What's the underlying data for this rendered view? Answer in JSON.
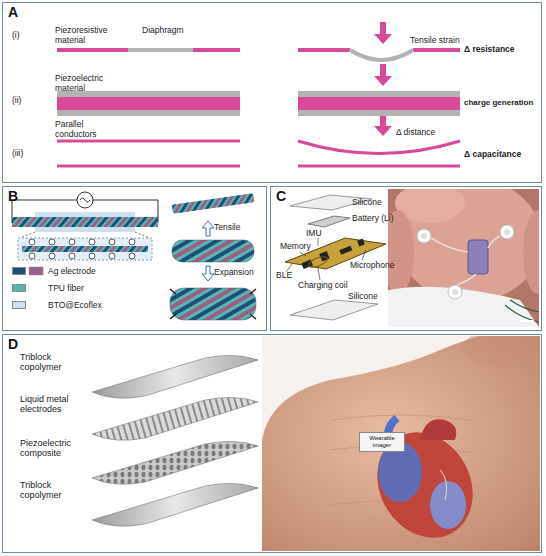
{
  "diagram": {
    "nodes": [
      {
        "text": [
          "A"
        ]
      },
      {
        "text": [
          "B"
        ]
      },
      {
        "text": [
          "C"
        ]
      },
      {
        "text": [
          "D"
        ]
      },
      {
        "text": [
          "Wearable imager"
        ],
        "in": 3
      }
    ],
    "labels": [
      "(i)",
      "Piezoresistive material",
      "Diaphragm",
      "Tensile strain",
      "Δ resistance",
      "(ii)",
      "Piezoelectric material",
      "charge generation",
      "(iii)",
      "Parallel conductors",
      "Δ distance",
      "Δ capacitance",
      "Tensile",
      "Expansion",
      "Silicone",
      "Battery (Li)",
      "IMU",
      "Memory",
      "Microphone",
      "BLE",
      "Charging coil",
      "Silicone",
      "Triblock copolymer",
      "Liquid metal electrodes",
      "Piezoelectric composite",
      "Triblock copolymer"
    ],
    "legend": [
      {
        "text": "Ag electrode",
        "color": "#1b4f7a"
      },
      {
        "text": "TPU fiber",
        "color": "#5bb6ae"
      },
      {
        "text": "BTO@Ecoflex",
        "color": "#cde0f0"
      }
    ]
  }
}
